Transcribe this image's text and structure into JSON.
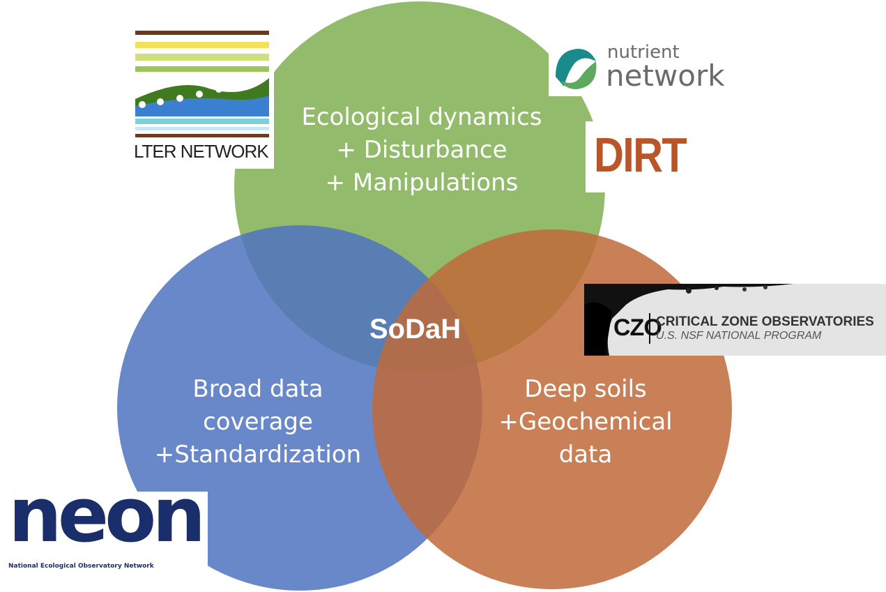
{
  "diagram": {
    "center_label": "SoDaH",
    "circles": [
      {
        "id": "top",
        "label": "Ecological dynamics\n+ Disturbance\n+ Manipulations",
        "color": "#8cb863"
      },
      {
        "id": "left",
        "label": "Broad data\ncoverage\n+Standardization",
        "color": "#4f73c0"
      },
      {
        "id": "right",
        "label": "Deep soils\n+Geochemical\ndata",
        "color": "#bf6a3a"
      }
    ]
  },
  "logos": {
    "lter": {
      "text": "LTER NETWORK"
    },
    "nutnet": {
      "line1": "nutrient",
      "line2": "network"
    },
    "dirt": {
      "text": "DIRT"
    },
    "czo": {
      "abbr": "CZO",
      "line1": "CRITICAL ZONE OBSERVATORIES",
      "line2": "U.S. NSF NATIONAL PROGRAM"
    },
    "neon": {
      "word": "neon",
      "subtitle": "National Ecological Observatory Network"
    }
  }
}
